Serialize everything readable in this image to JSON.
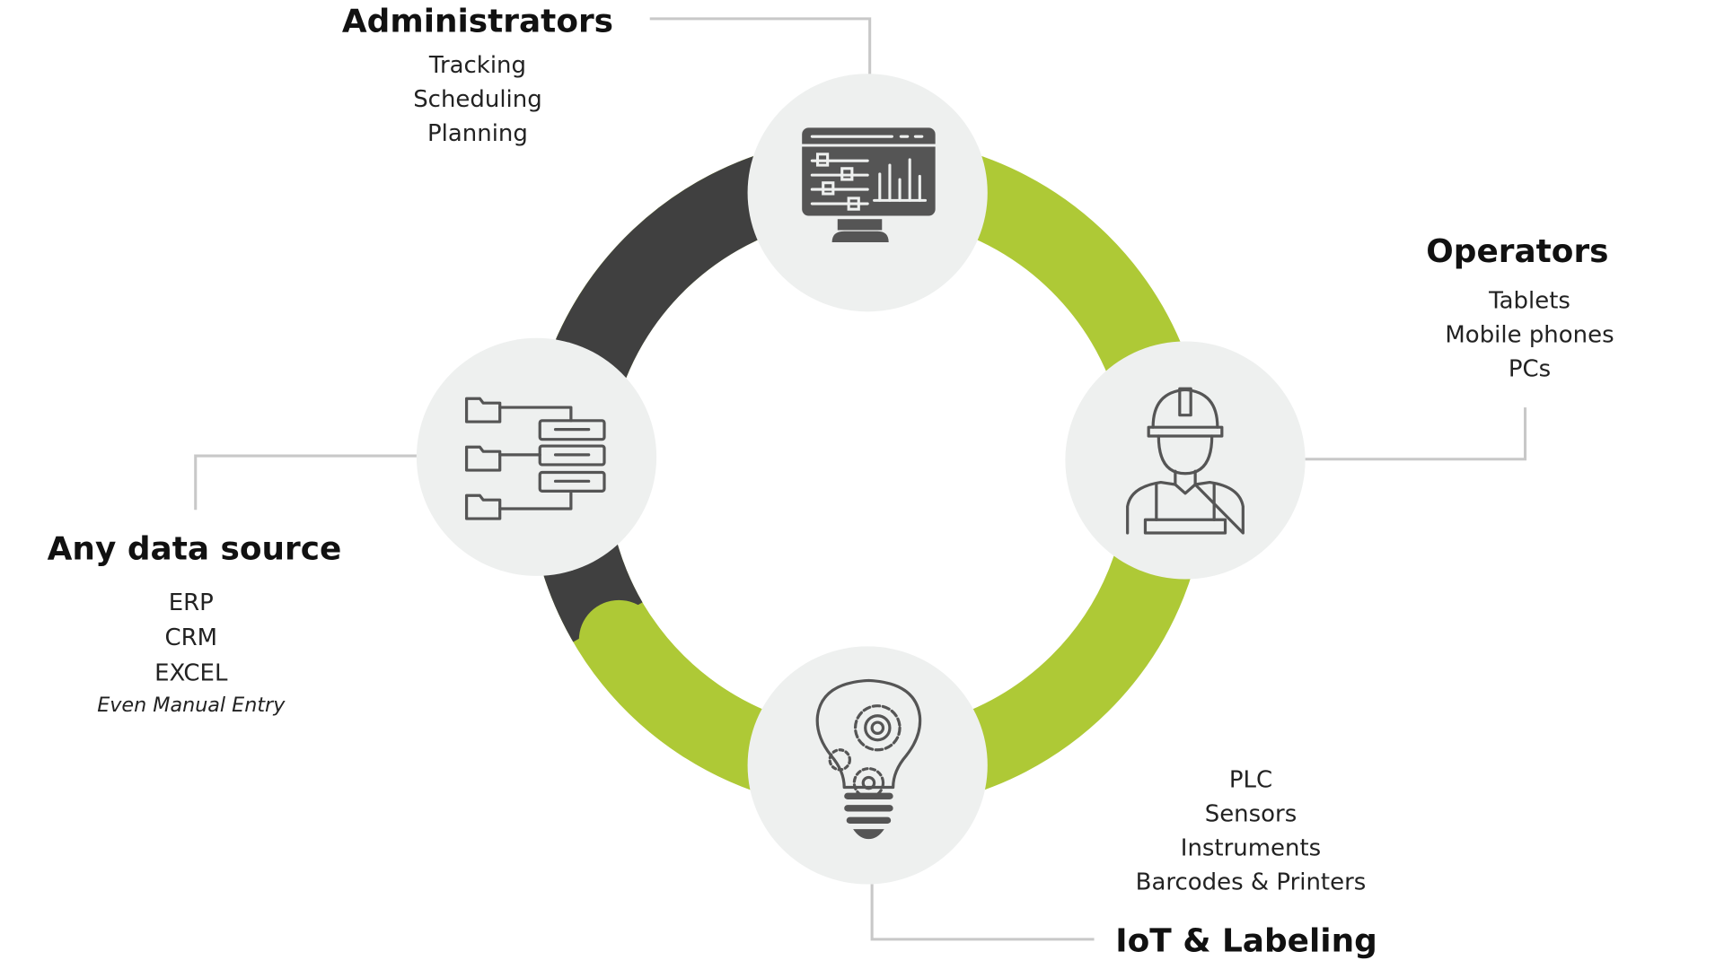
{
  "colors": {
    "ring_dark": "#404040",
    "ring_green": "#aec936",
    "node_bg": "#eef0ef",
    "connector": "#c8c8c8",
    "icon": "#555555"
  },
  "administrators": {
    "title": "Administrators",
    "items": [
      "Tracking",
      "Scheduling",
      "Planning"
    ],
    "icon": "monitor-dashboard-icon"
  },
  "operators": {
    "title": "Operators",
    "items": [
      "Tablets",
      "Mobile phones",
      "PCs"
    ],
    "icon": "worker-hardhat-icon"
  },
  "data_source": {
    "title": "Any data source",
    "items": [
      "ERP",
      "CRM",
      "EXCEL"
    ],
    "note": "Even Manual Entry",
    "icon": "folders-server-icon"
  },
  "iot": {
    "title": "IoT & Labeling",
    "items": [
      "PLC",
      "Sensors",
      "Instruments",
      "Barcodes & Printers"
    ],
    "icon": "lightbulb-gears-icon"
  }
}
